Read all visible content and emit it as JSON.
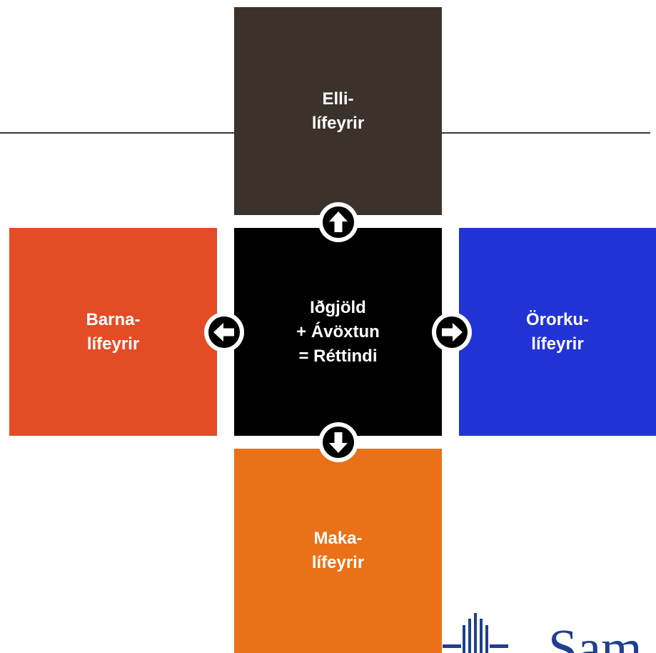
{
  "boxes": {
    "top": {
      "label": "Elli-\nlífeyrir",
      "color": "#3b322b"
    },
    "left": {
      "label": "Barna-\nlífeyrir",
      "color": "#e44c26"
    },
    "center": {
      "label": "Iðgjöld\n+ Ávöxtun\n=  Réttindi",
      "color": "#000000"
    },
    "right": {
      "label": "Örorku-\nlífeyrir",
      "color": "#2233d6"
    },
    "bottom": {
      "label": "Maka-\nlífeyrir",
      "color": "#ea7117"
    }
  },
  "arrows": {
    "up": "arrow-up-icon",
    "down": "arrow-down-icon",
    "left": "arrow-left-icon",
    "right": "arrow-right-icon"
  },
  "logo": {
    "text": "Sam",
    "color": "#1f3f8f"
  }
}
